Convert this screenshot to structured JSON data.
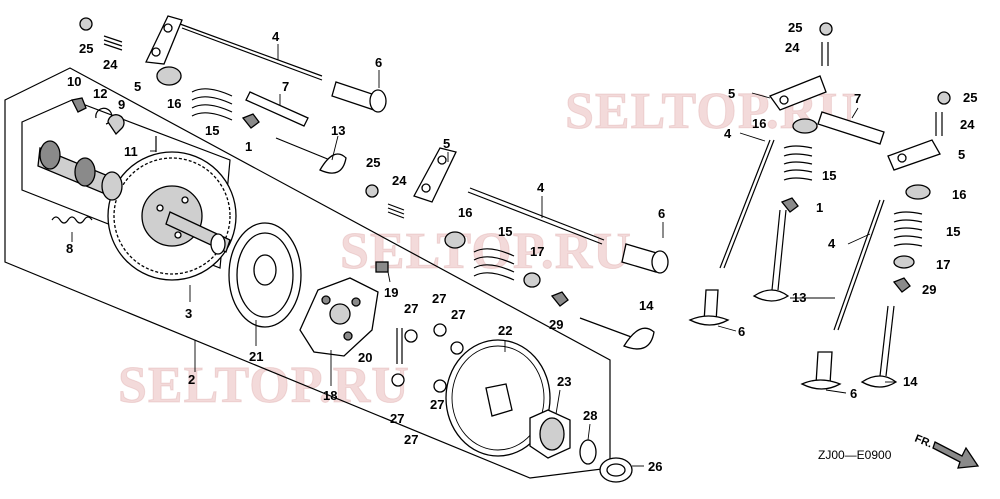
{
  "watermarks": [
    "SELTOP.RU",
    "SELTOP.RU",
    "SELTOP.RU"
  ],
  "diagram_code": "ZJ00—E0900",
  "front_marker": "FR.",
  "labels": {
    "l25a": "25",
    "l24a": "24",
    "l5a": "5",
    "l16a": "16",
    "l4a": "4",
    "l6a": "6",
    "l15a": "15",
    "l7a": "7",
    "l1a": "1",
    "l13a": "13",
    "l10": "10",
    "l12": "12",
    "l9": "9",
    "l11": "11",
    "l8": "8",
    "l3": "3",
    "l2": "2",
    "l21": "21",
    "l18": "18",
    "l19": "19",
    "l20": "20",
    "l25b": "25",
    "l24b": "24",
    "l5b": "5",
    "l16b": "16",
    "l4b": "4",
    "l6b": "6",
    "l15b": "15",
    "l17a": "17",
    "l29a": "29",
    "l14a": "14",
    "l27a": "27",
    "l27b": "27",
    "l27c": "27",
    "l27d": "27",
    "l27e": "27",
    "l22": "22",
    "l23": "23",
    "l28": "28",
    "l26": "26",
    "l25c": "25",
    "l24c": "24",
    "l5c": "5",
    "l7b": "7",
    "l25d": "25",
    "l24d": "24",
    "l4c": "4",
    "l16c": "16",
    "l5d": "5",
    "l15c": "15",
    "l1b": "1",
    "l16d": "16",
    "l4d": "4",
    "l15d": "15",
    "l17b": "17",
    "l29b": "29",
    "l6c": "6",
    "l13b": "13",
    "l6d": "6",
    "l14b": "14"
  }
}
